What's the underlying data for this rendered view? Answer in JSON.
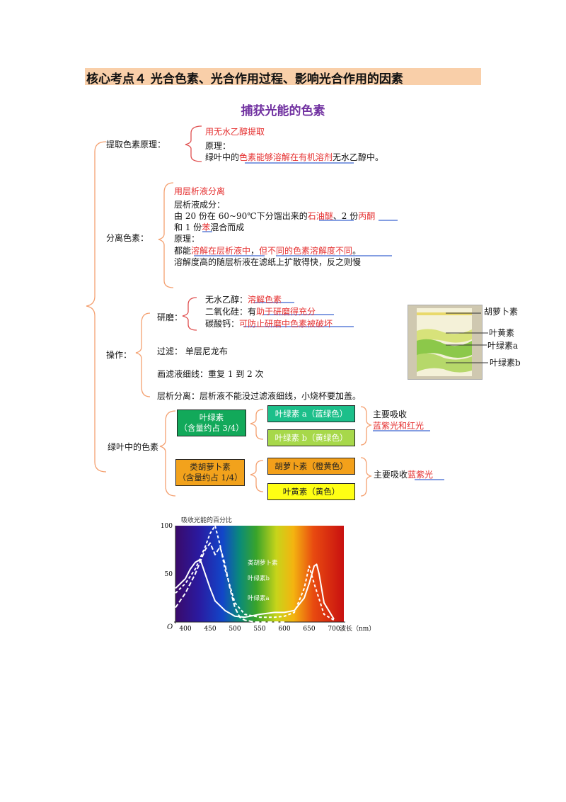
{
  "header": "核心考点４ 光合色素、光合作用过程、影响光合作用的因素",
  "title": "捕获光能的色素",
  "extract": {
    "label": "提取色素原理：",
    "line1": "用无水乙醇提取",
    "line2": "原理：",
    "line3_pre": "绿叶中的",
    "line3_red": "色素能够溶解在有机溶剂",
    "line3_post": "无水乙醇中。"
  },
  "separate": {
    "label": "分离色素：",
    "l1": "用层析液分离",
    "l2": "层析液成分：",
    "l3_pre": "由 20 份在 60~90℃下分馏出来的",
    "l3_red1": "石油醚",
    "l3_mid": "、2 份",
    "l3_red2": "丙酮",
    "l4_pre": "和 1 份",
    "l4_red": "苯",
    "l4_post": "混合而成",
    "l5": "原理：",
    "l6_pre": "都能",
    "l6_red1": "溶解在层析液中",
    "l6_mid": "，",
    "l6_red2": "但不同的色素溶解度不同",
    "l6_post": "。",
    "l7": "溶解度高的随层析液在滤纸上扩散得快，反之则慢"
  },
  "operation": {
    "label": "操作：",
    "grind_label": "研磨：",
    "g1_pre": "无水乙醇：",
    "g1_red": "溶解色素",
    "g2_pre": "二氧化硅：有",
    "g2_red": "助于研磨得充分",
    "g3_pre": "碳酸钙：",
    "g3_red": "可防止研磨中色素被破坏",
    "filter": "过滤：  单层尼龙布",
    "draw": "画滤液细线：重复 1 到 2 次",
    "layer": "层析分离：层析液不能没过滤液细线，小烧杯要加盖。"
  },
  "strip_labels": [
    "胡萝卜素",
    "叶黄素",
    "叶绿素a",
    "叶绿素b"
  ],
  "pigments": {
    "label": "绿叶中的色素",
    "chl": [
      "叶绿素",
      "（含量约占 3/4）"
    ],
    "car": [
      "类胡萝卜素",
      "（含量约占 1/4）"
    ],
    "chla": "叶绿素 a（蓝绿色）",
    "chlb": "叶绿素 b（黄绿色）",
    "caro": "胡萝卜素（橙黄色）",
    "xan": "叶黄素（黄色）",
    "absorb1": "主要吸收",
    "absorb1_red": "蓝紫光和红光",
    "absorb2": "主要吸收",
    "absorb2_red": "蓝紫光"
  },
  "chart_data": {
    "type": "line",
    "ylabel": "吸收光能的百分比",
    "xlabel": "波长（nm）",
    "origin": "O",
    "xlim": [
      380,
      720
    ],
    "ylim": [
      0,
      100
    ],
    "xticks": [
      400,
      450,
      500,
      550,
      600,
      650,
      700
    ],
    "yticks": [
      50,
      100
    ],
    "series": [
      {
        "name": "类胡萝卜素",
        "x": [
          380,
          400,
          420,
          440,
          450,
          460,
          470,
          480,
          490,
          500,
          510,
          520,
          540,
          560,
          600
        ],
        "y": [
          15,
          30,
          50,
          75,
          82,
          70,
          78,
          60,
          35,
          15,
          5,
          2,
          0,
          0,
          0
        ]
      },
      {
        "name": "叶绿素b",
        "x": [
          380,
          400,
          420,
          440,
          450,
          460,
          470,
          480,
          500,
          520,
          550,
          580,
          600,
          620,
          640,
          650,
          660,
          680,
          700
        ],
        "y": [
          30,
          40,
          55,
          78,
          92,
          100,
          80,
          55,
          20,
          8,
          5,
          5,
          6,
          10,
          35,
          58,
          40,
          8,
          2
        ]
      },
      {
        "name": "叶绿素a",
        "x": [
          380,
          400,
          410,
          420,
          430,
          440,
          450,
          460,
          480,
          500,
          520,
          550,
          580,
          600,
          620,
          640,
          650,
          660,
          665,
          670,
          680,
          700
        ],
        "y": [
          35,
          45,
          55,
          62,
          65,
          50,
          35,
          22,
          12,
          6,
          5,
          8,
          10,
          10,
          12,
          25,
          40,
          58,
          60,
          50,
          20,
          3
        ]
      }
    ]
  }
}
